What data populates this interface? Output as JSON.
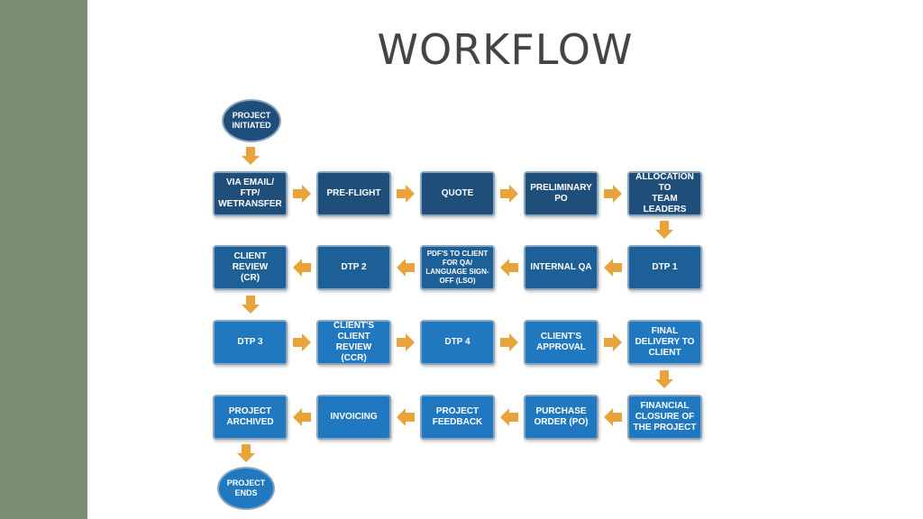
{
  "title": "WORKFLOW",
  "colors": {
    "sidebar": "#7a8c72",
    "arrow": "#e8a33a",
    "box_dark": "#1f4e7a",
    "box_light": "#1f78c0"
  },
  "start": "PROJECT\nINITIATED",
  "end": "PROJECT\nENDS",
  "row1": [
    "VIA EMAIL/ FTP/\nWETRANSFER",
    "PRE-FLIGHT",
    "QUOTE",
    "PRELIMINARY\nPO",
    "ALLOCATION TO\nTEAM LEADERS"
  ],
  "row2": [
    "CLIENT REVIEW\n(CR)",
    "DTP 2",
    "PDF'S TO CLIENT\nFOR QA/\nLANGUAGE SIGN-\nOFF (LSO)",
    "INTERNAL QA",
    "DTP 1"
  ],
  "row3": [
    "DTP 3",
    "CLIENT'S\nCLIENT REVIEW\n(CCR)",
    "DTP 4",
    "CLIENT'S\nAPPROVAL",
    "FINAL\nDELIVERY TO\nCLIENT"
  ],
  "row4": [
    "PROJECT\nARCHIVED",
    "INVOICING",
    "PROJECT\nFEEDBACK",
    "PURCHASE\nORDER (PO)",
    "FINANCIAL\nCLOSURE OF\nTHE PROJECT"
  ]
}
